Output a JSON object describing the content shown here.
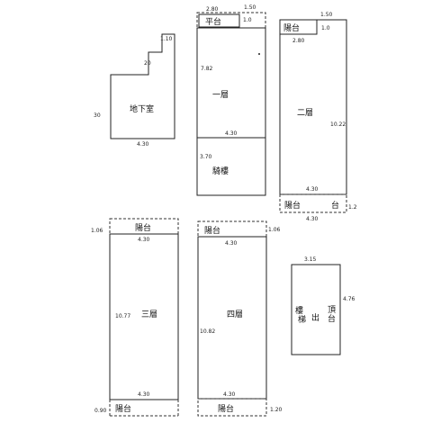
{
  "basement": {
    "label": "地下室",
    "dim_top": "1.10",
    "dim_mid": "20",
    "dim_left": "30",
    "dim_bottom": "4.30"
  },
  "floor1": {
    "label": "一層",
    "balcony_label": "平台",
    "dim_top_a": "2.80",
    "dim_top_b": "1.50",
    "dim_small": "1.0",
    "dim_left": "7.82",
    "dim_mid": "4.30",
    "dim_low": "3.70",
    "annex_label": "騎樓"
  },
  "floor2": {
    "label": "二層",
    "balcony_top_label": "陽台",
    "balcony_bottom_label": "陽台",
    "dim_top_a": "1.50",
    "dim_top_b": "2.80",
    "dim_small": "1.0",
    "dim_right": "10.22",
    "dim_bottom": "4.30",
    "dim_bottom_b": "4.30",
    "dim_side": "1.2"
  },
  "floor3": {
    "label": "三層",
    "balcony_top_label": "陽台",
    "balcony_bottom_label": "陽台",
    "dim_top_left": "1.06",
    "dim_top": "4.30",
    "dim_left": "10.77",
    "dim_bottom": "4.30",
    "dim_bottom_left": "0.90"
  },
  "floor4": {
    "label": "四層",
    "balcony_top_label": "陽台",
    "balcony_bottom_label": "陽台",
    "dim_top_right": "1.06",
    "dim_top": "4.30",
    "dim_left": "10.82",
    "dim_bottom": "4.30",
    "dim_bottom_right": "1.20"
  },
  "roof": {
    "label_a": "樓",
    "label_b": "梯",
    "label_c": "出",
    "label_d": "頂",
    "label_e": "台",
    "dim_top": "3.15",
    "dim_right": "4.76"
  }
}
